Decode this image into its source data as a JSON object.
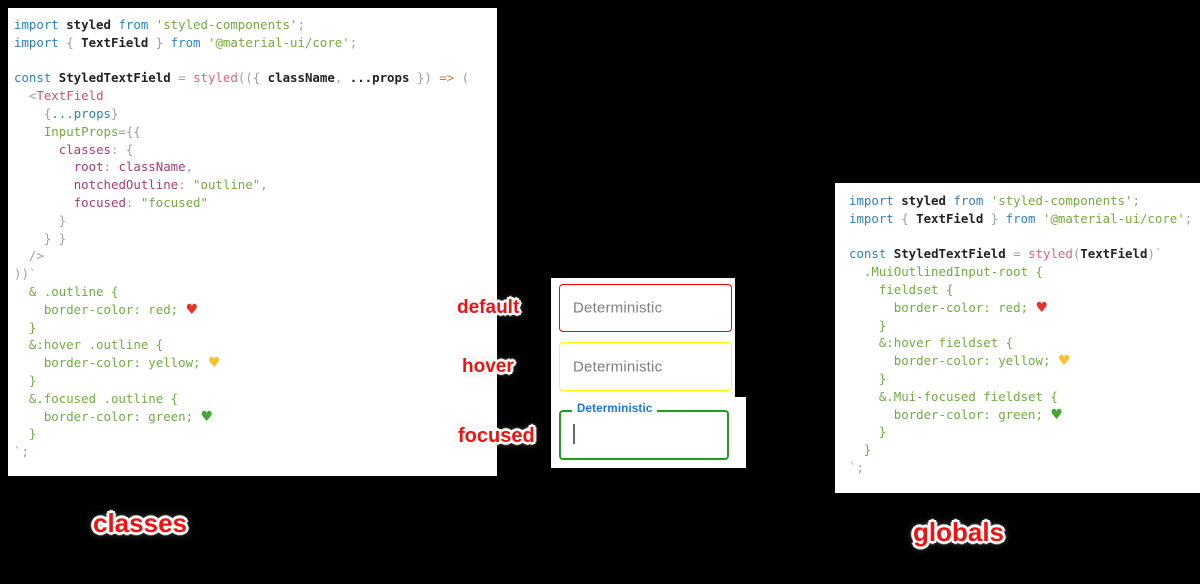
{
  "canvas": {
    "background": "#000000"
  },
  "syntax_colors": {
    "kw": "#2e80c0",
    "id": "#222222",
    "str": "#74ab39",
    "pn": "#9aa0a3",
    "fn": "#ea5e7f",
    "cmp": "#d44f6e",
    "key": "#a93c73",
    "ar": "#c07a40",
    "css": "#6fae3d",
    "hr": "#e63228",
    "hy": "#fbc02d",
    "hg": "#43a832"
  },
  "code_left": {
    "caption": "classes",
    "lines": [
      [
        {
          "t": "import ",
          "c": "kw"
        },
        {
          "t": "styled ",
          "c": "id"
        },
        {
          "t": "from ",
          "c": "kw"
        },
        {
          "t": "'styled-components'",
          "c": "str"
        },
        {
          "t": ";",
          "c": "pn"
        }
      ],
      [
        {
          "t": "import ",
          "c": "kw"
        },
        {
          "t": "{ ",
          "c": "pn"
        },
        {
          "t": "TextField",
          "c": "id"
        },
        {
          "t": " } ",
          "c": "pn"
        },
        {
          "t": "from ",
          "c": "kw"
        },
        {
          "t": "'@material-ui/core'",
          "c": "str"
        },
        {
          "t": ";",
          "c": "pn"
        }
      ],
      [],
      [
        {
          "t": "const ",
          "c": "kw"
        },
        {
          "t": "StyledTextField",
          "c": "id"
        },
        {
          "t": " = ",
          "c": "pn"
        },
        {
          "t": "styled",
          "c": "fn"
        },
        {
          "t": "(({ ",
          "c": "pn"
        },
        {
          "t": "className",
          "c": "id"
        },
        {
          "t": ", ",
          "c": "pn"
        },
        {
          "t": "...props",
          "c": "id"
        },
        {
          "t": " }) ",
          "c": "pn"
        },
        {
          "t": "=> ",
          "c": "ar"
        },
        {
          "t": "(",
          "c": "pn"
        }
      ],
      [
        {
          "t": "  <",
          "c": "pn"
        },
        {
          "t": "TextField",
          "c": "cmp"
        }
      ],
      [
        {
          "t": "    {",
          "c": "pn"
        },
        {
          "t": "...props",
          "c": "kw"
        },
        {
          "t": "}",
          "c": "pn"
        }
      ],
      [
        {
          "t": "    "
        },
        {
          "t": "InputProps",
          "c": "str"
        },
        {
          "t": "={{",
          "c": "pn"
        }
      ],
      [
        {
          "t": "      "
        },
        {
          "t": "classes",
          "c": "key"
        },
        {
          "t": ": {",
          "c": "pn"
        }
      ],
      [
        {
          "t": "        "
        },
        {
          "t": "root",
          "c": "key"
        },
        {
          "t": ": ",
          "c": "pn"
        },
        {
          "t": "className",
          "c": "key"
        },
        {
          "t": ",",
          "c": "pn"
        }
      ],
      [
        {
          "t": "        "
        },
        {
          "t": "notchedOutline",
          "c": "key"
        },
        {
          "t": ": ",
          "c": "pn"
        },
        {
          "t": "\"outline\"",
          "c": "str"
        },
        {
          "t": ",",
          "c": "pn"
        }
      ],
      [
        {
          "t": "        "
        },
        {
          "t": "focused",
          "c": "key"
        },
        {
          "t": ": ",
          "c": "pn"
        },
        {
          "t": "\"focused\"",
          "c": "str"
        }
      ],
      [
        {
          "t": "      }",
          "c": "pn"
        }
      ],
      [
        {
          "t": "    } }",
          "c": "pn"
        }
      ],
      [
        {
          "t": "  />",
          "c": "pn"
        }
      ],
      [
        {
          "t": "))`",
          "c": "pn"
        }
      ],
      [
        {
          "t": "  & .outline {",
          "c": "css"
        }
      ],
      [
        {
          "t": "    border-color: red; ",
          "c": "css"
        },
        {
          "t": "♥",
          "c": "hr"
        }
      ],
      [
        {
          "t": "  }",
          "c": "css"
        }
      ],
      [
        {
          "t": "  &:hover .outline {",
          "c": "css"
        }
      ],
      [
        {
          "t": "    border-color: yellow; ",
          "c": "css"
        },
        {
          "t": "♥",
          "c": "hy"
        }
      ],
      [
        {
          "t": "  }",
          "c": "css"
        }
      ],
      [
        {
          "t": "  &.focused .outline {",
          "c": "css"
        }
      ],
      [
        {
          "t": "    border-color: green; ",
          "c": "css"
        },
        {
          "t": "♥",
          "c": "hg"
        }
      ],
      [
        {
          "t": "  }",
          "c": "css"
        }
      ],
      [
        {
          "t": "`;",
          "c": "pn"
        }
      ]
    ]
  },
  "code_right": {
    "caption": "globals",
    "lines": [
      [
        {
          "t": "import ",
          "c": "kw"
        },
        {
          "t": "styled ",
          "c": "id"
        },
        {
          "t": "from ",
          "c": "kw"
        },
        {
          "t": "'styled-components'",
          "c": "str"
        },
        {
          "t": ";",
          "c": "pn"
        }
      ],
      [
        {
          "t": "import ",
          "c": "kw"
        },
        {
          "t": "{ ",
          "c": "pn"
        },
        {
          "t": "TextField",
          "c": "id"
        },
        {
          "t": " } ",
          "c": "pn"
        },
        {
          "t": "from ",
          "c": "kw"
        },
        {
          "t": "'@material-ui/core'",
          "c": "str"
        },
        {
          "t": ";",
          "c": "pn"
        }
      ],
      [],
      [
        {
          "t": "const ",
          "c": "kw"
        },
        {
          "t": "StyledTextField",
          "c": "id"
        },
        {
          "t": " = ",
          "c": "pn"
        },
        {
          "t": "styled",
          "c": "fn"
        },
        {
          "t": "(",
          "c": "pn"
        },
        {
          "t": "TextField",
          "c": "id"
        },
        {
          "t": ")`",
          "c": "pn"
        }
      ],
      [
        {
          "t": "  .MuiOutlinedInput-root {",
          "c": "css"
        }
      ],
      [
        {
          "t": "    fieldset {",
          "c": "css"
        }
      ],
      [
        {
          "t": "      border-color: red; ",
          "c": "css"
        },
        {
          "t": "♥",
          "c": "hr"
        }
      ],
      [
        {
          "t": "    }",
          "c": "css"
        }
      ],
      [
        {
          "t": "    &:hover fieldset {",
          "c": "css"
        }
      ],
      [
        {
          "t": "      border-color: yellow; ",
          "c": "css"
        },
        {
          "t": "♥",
          "c": "hy"
        }
      ],
      [
        {
          "t": "    }",
          "c": "css"
        }
      ],
      [
        {
          "t": "    &.Mui-focused fieldset {",
          "c": "css"
        }
      ],
      [
        {
          "t": "      border-color: green; ",
          "c": "css"
        },
        {
          "t": "♥",
          "c": "hg"
        }
      ],
      [
        {
          "t": "    }",
          "c": "css"
        }
      ],
      [
        {
          "t": "  }",
          "c": "css"
        }
      ],
      [
        {
          "t": "`;",
          "c": "pn"
        }
      ]
    ]
  },
  "textfields": [
    {
      "state": "default",
      "label": "Deterministic",
      "border_color": "#ff0000"
    },
    {
      "state": "hover",
      "label": "Deterministic",
      "border_color": "#ffff00"
    },
    {
      "state": "focused",
      "label": "Deterministic",
      "border_color": "#1ca01c",
      "label_color": "#1a73e8"
    }
  ],
  "captions": {
    "left": "classes",
    "right": "globals",
    "color": "#ee1212"
  }
}
